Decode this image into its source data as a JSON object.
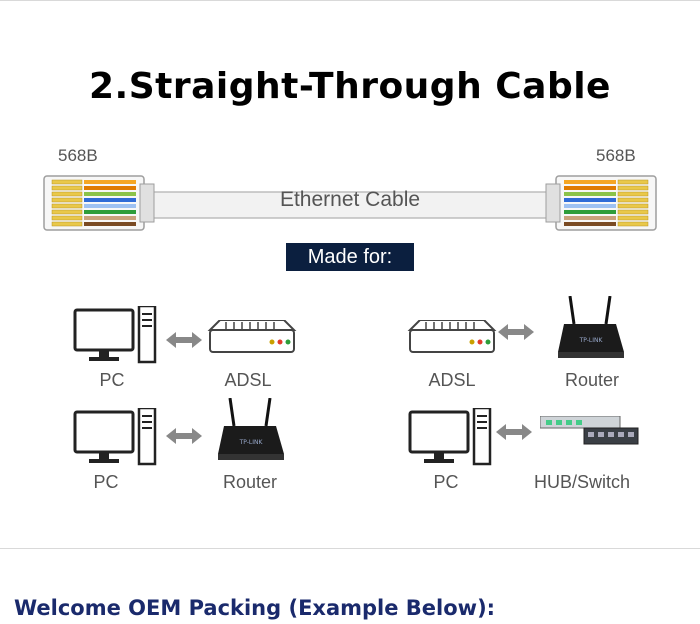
{
  "title": "2.Straight-Through Cable",
  "standard_left": "568B",
  "standard_right": "568B",
  "cable_label": "Ethernet Cable",
  "made_for": "Made for:",
  "connections": [
    {
      "left": "PC",
      "right": "ADSL"
    },
    {
      "left": "ADSL",
      "right": "Router"
    },
    {
      "left": "PC",
      "right": "Router"
    },
    {
      "left": "PC",
      "right": "HUB/Switch"
    }
  ],
  "footer_text": "Welcome OEM Packing (Example Below):",
  "colors": {
    "badge": "#0b1f3f",
    "footer": "#1a2a6c",
    "caption": "#555555"
  }
}
